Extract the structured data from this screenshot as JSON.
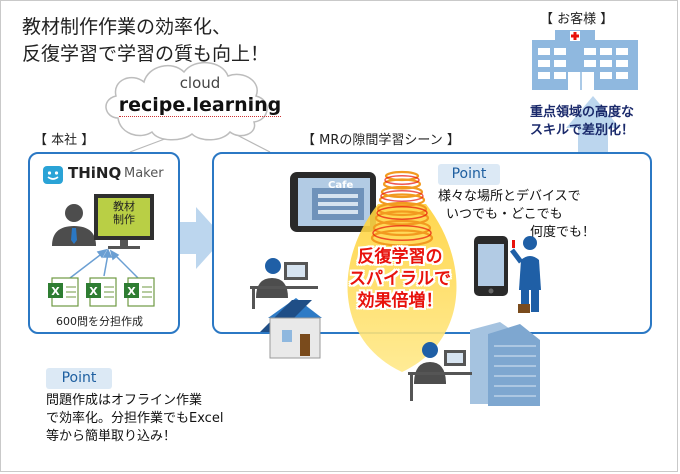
{
  "headline": {
    "line1": "教材制作作業の効率化、",
    "line2": "反復学習で学習の質も向上！"
  },
  "cloud": {
    "label": "cloud",
    "service": "recipe.learning"
  },
  "headquarters": {
    "label": "【 本社 】",
    "logo_brand": "THiNQ",
    "logo_product": "Maker",
    "screen_text_line1": "教材",
    "screen_text_line2": "制作",
    "caption": "600問を分担作成"
  },
  "mr_scene": {
    "label": "【 MRの隙間学習シーン 】",
    "point_label": "Point",
    "point_line1": "様々な場所とデバイスで",
    "point_line2": "いつでも・どこでも",
    "point_line3": "何度でも！",
    "tablet_screen_text": "Cafe",
    "spiral_line1": "反復学習の",
    "spiral_line2": "スパイラルで",
    "spiral_line3": "効果倍増！"
  },
  "customer": {
    "label": "【 お客様 】",
    "text_line1": "重点領域の高度な",
    "text_line2": "スキルで差別化！"
  },
  "bottom_point": {
    "label": "Point",
    "line1": "問題作成はオフライン作業",
    "line2": "で効率化。分担作業でもExcel",
    "line3": "等から簡単取り込み！"
  },
  "colors": {
    "panel_border": "#2b78c4",
    "arrow": "#bcd6ee",
    "accent_red": "#e8120c",
    "navy": "#1b2a6b",
    "point_bg": "#dce9f5"
  }
}
